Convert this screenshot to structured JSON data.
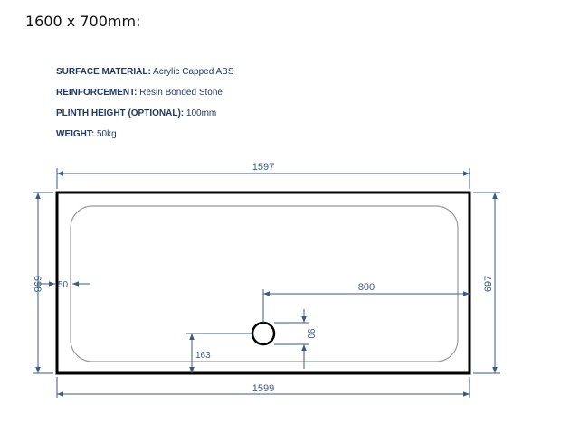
{
  "heading": "1600 x 700mm:",
  "specs": [
    {
      "label": "SURFACE MATERIAL:",
      "value": " Acrylic Capped ABS"
    },
    {
      "label": "REINFORCEMENT:",
      "value": " Resin Bonded Stone"
    },
    {
      "label": "PLINTH HEIGHT (OPTIONAL):",
      "value": " 100mm"
    },
    {
      "label": "WEIGHT:",
      "value": " 50kg"
    }
  ],
  "dimensions": {
    "top_width": "1597",
    "bottom_width": "1599",
    "left_height": "698",
    "right_height": "697",
    "rim_offset": "50",
    "waste_from_right": "800",
    "waste_diameter": "90",
    "waste_from_bottom": "163"
  },
  "colors": {
    "dimension_line": "#3a5a8a",
    "outline": "#000000",
    "inner_basin": "#9a9a9a",
    "spec_text": "#1f3a66"
  }
}
